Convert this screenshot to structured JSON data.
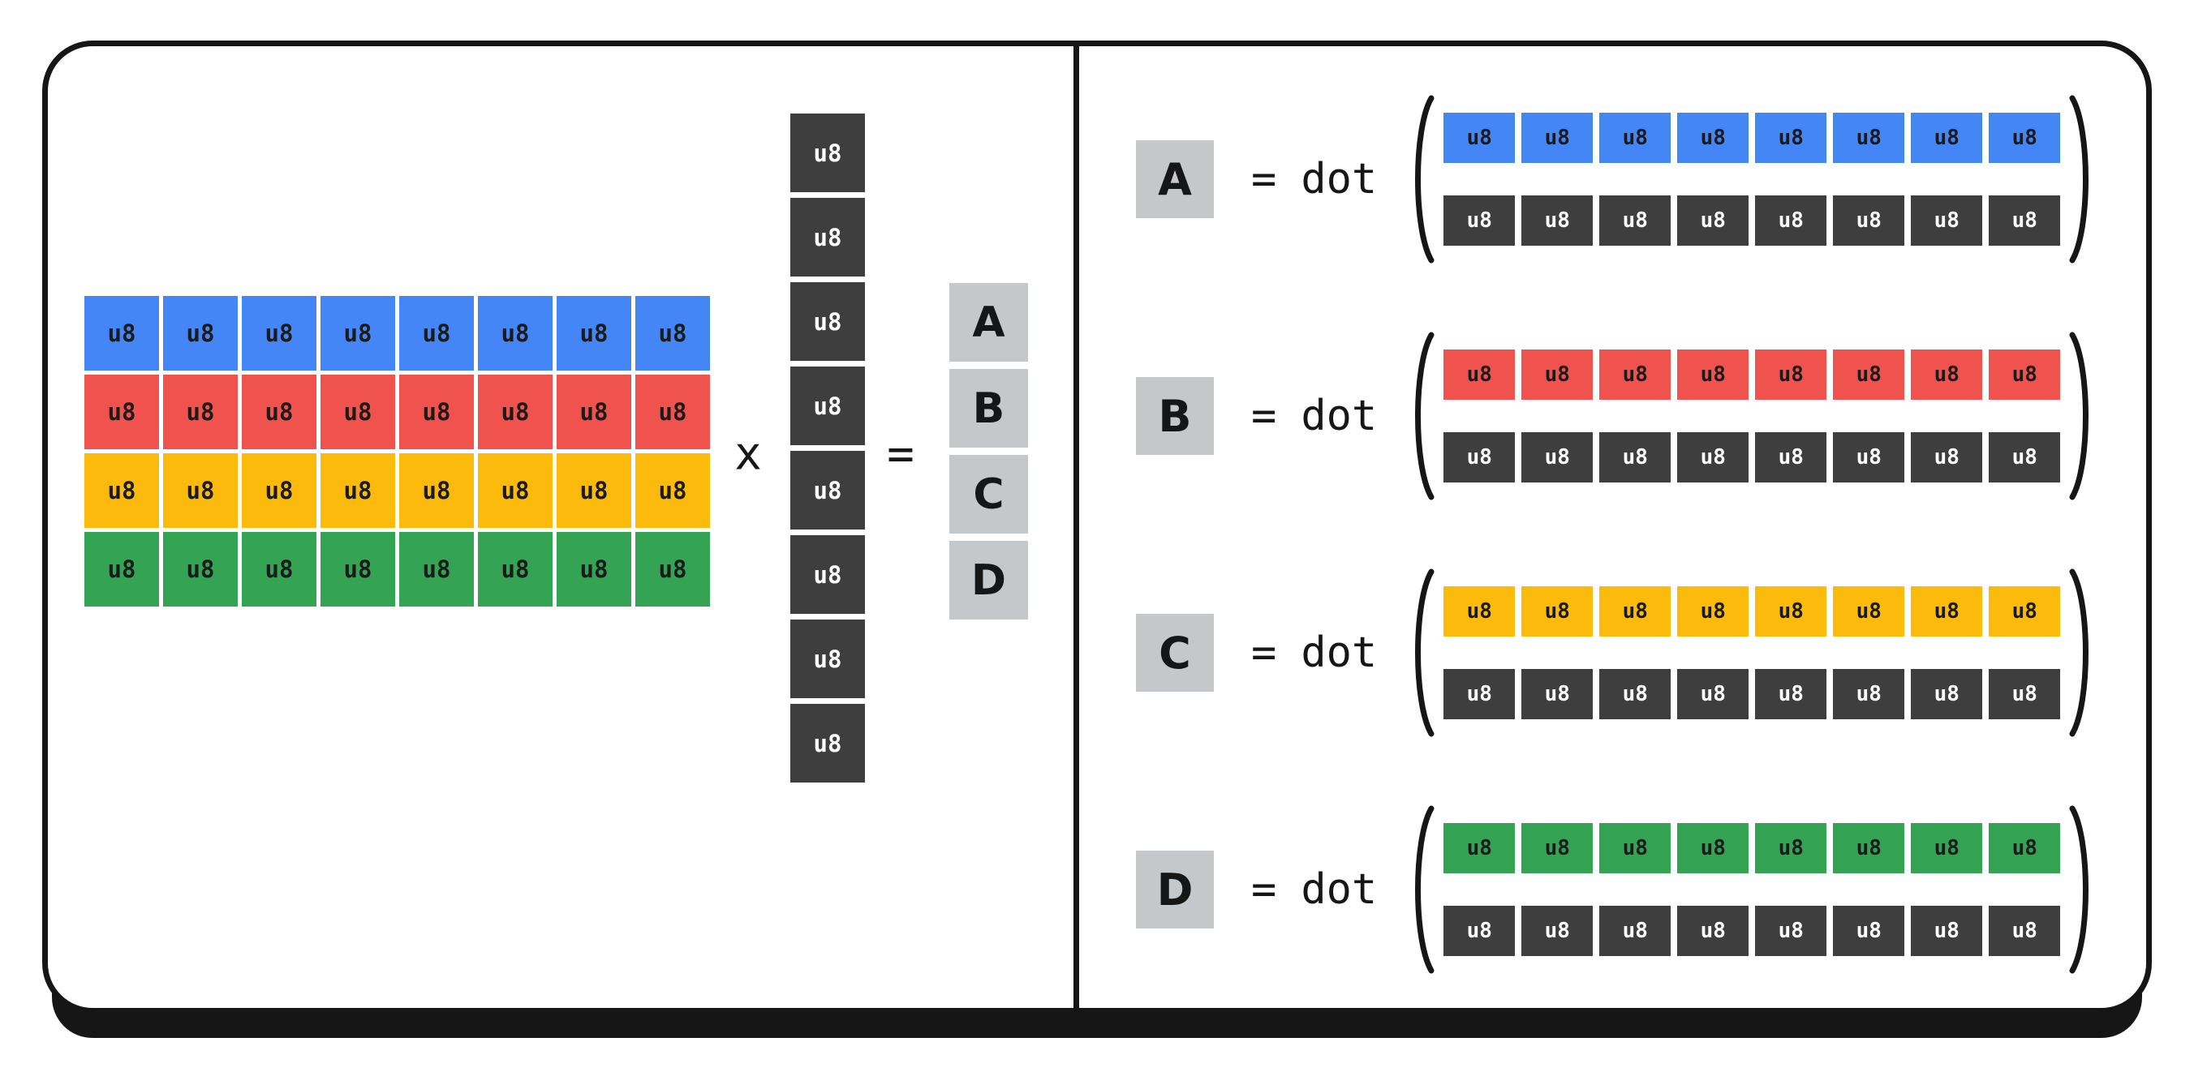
{
  "cell_label": "u8",
  "colors": {
    "blue": "#4486F5",
    "red": "#F0534E",
    "yellow": "#FCBB0C",
    "green": "#34A353",
    "dark": "#3E3E3E",
    "light_gray": "#C5C8CB",
    "ink": "#161616",
    "cell_text_dark": "#1b1b1b",
    "cell_text_light": "#ffffff"
  },
  "icons": {
    "open_paren": "(",
    "close_paren": ")"
  },
  "left_panel": {
    "matrix": {
      "cols": 8,
      "rows": [
        {
          "result_label": "A",
          "color_key": "blue"
        },
        {
          "result_label": "B",
          "color_key": "red"
        },
        {
          "result_label": "C",
          "color_key": "yellow"
        },
        {
          "result_label": "D",
          "color_key": "green"
        }
      ]
    },
    "multiply_sign": "x",
    "vector": {
      "cells": 8,
      "color_key": "dark"
    },
    "equals_sign": "=",
    "result": {
      "labels": [
        "A",
        "B",
        "C",
        "D"
      ]
    }
  },
  "right_panel": {
    "equals_sign": "=",
    "dot_label": "dot",
    "groups": [
      {
        "label": "A",
        "color_key": "blue",
        "matrix_cells": 8,
        "vector_cells": 8
      },
      {
        "label": "B",
        "color_key": "red",
        "matrix_cells": 8,
        "vector_cells": 8
      },
      {
        "label": "C",
        "color_key": "yellow",
        "matrix_cells": 8,
        "vector_cells": 8
      },
      {
        "label": "D",
        "color_key": "green",
        "matrix_cells": 8,
        "vector_cells": 8
      }
    ]
  }
}
